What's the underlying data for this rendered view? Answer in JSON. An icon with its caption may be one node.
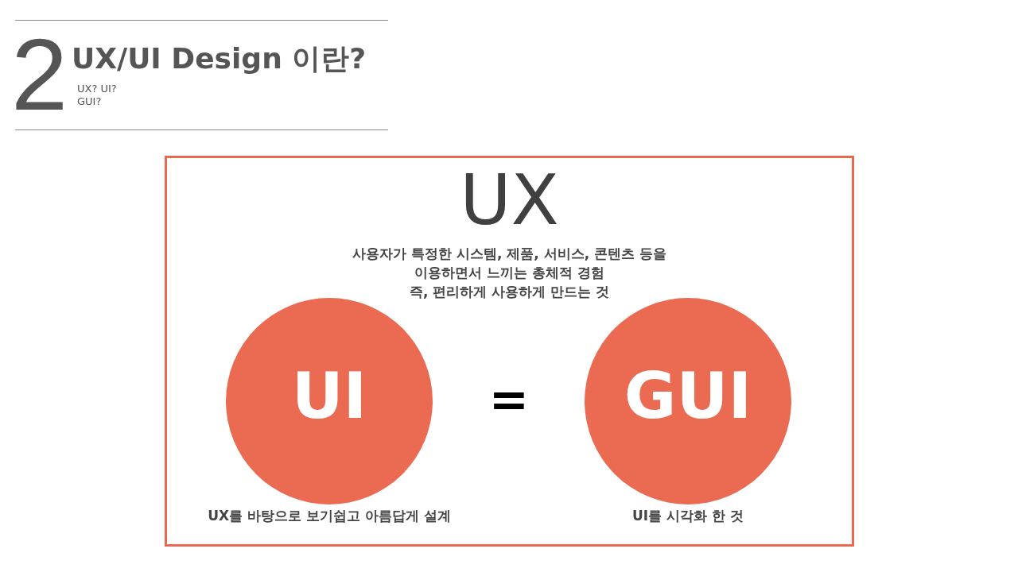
{
  "diagram": {
    "title": "UX/UI Design 이란?",
    "nodes": [
      {
        "text": [
          "UX",
          "사용자가 특정한 시스템, 제품, 서비스, 콘텐츠 등을 이용하면서 느끼는 총체적 경험",
          "즉, 편리하게 사용하게 만드는 것"
        ]
      },
      {
        "text": [
          "UI"
        ],
        "in": 0,
        "beside": [
          "UX를 바탕으로 보기쉽고 아름답게 설계"
        ]
      },
      {
        "text": [
          "GUI"
        ],
        "in": 0,
        "beside": [
          "UI를 시각화 한 것"
        ]
      }
    ],
    "labels": [
      "2",
      "UX? UI? GUI?",
      "="
    ]
  }
}
